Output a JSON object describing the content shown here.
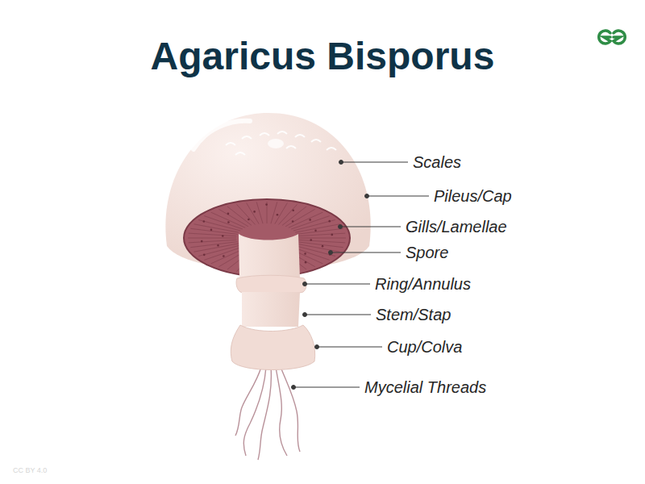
{
  "diagram": {
    "title": "Agaricus Bisporus",
    "labels": [
      "Scales",
      "Pileus/Cap",
      "Gills/Lamellae",
      "Spore",
      "Ring/Annulus",
      "Stem/Stap",
      "Cup/Colva",
      "Mycelial Threads",
      "CC BY 4.0"
    ]
  }
}
